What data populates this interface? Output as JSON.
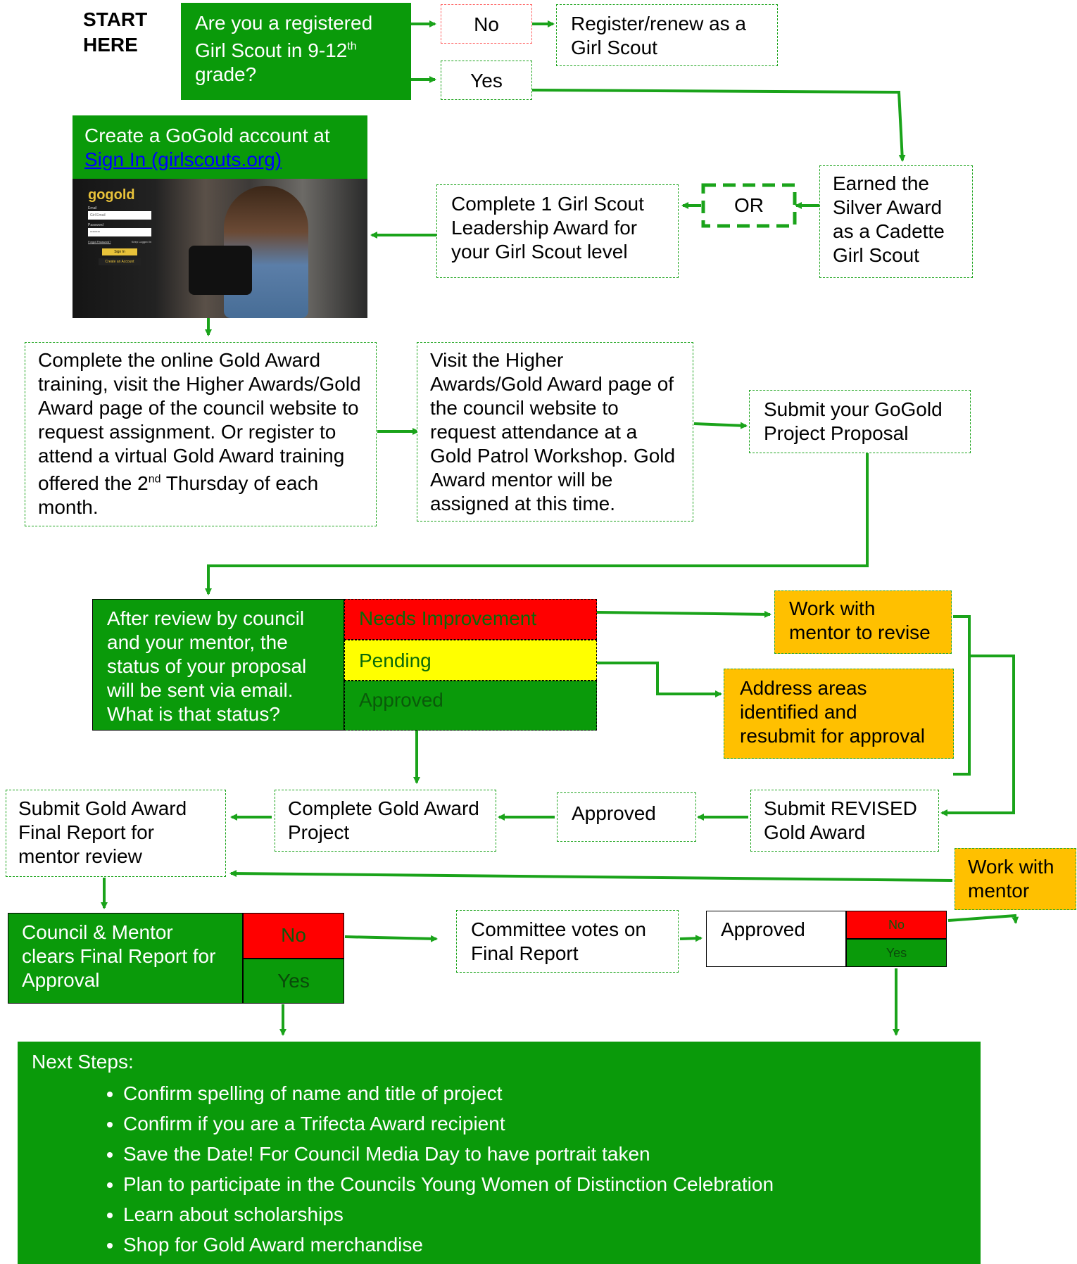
{
  "start_label": "START HERE",
  "q1": {
    "text": "Are you a registered Girl Scout in 9-12",
    "sup": "th",
    "end": " grade?"
  },
  "no1": "No",
  "yes1": "Yes",
  "register": "Register/renew as a Girl Scout",
  "gogold": {
    "text": "Create a GoGold account at",
    "link": "Sign In (girlscouts.org)"
  },
  "screenshot": {
    "logo": "gogold",
    "field1_label": "Email",
    "field1_value": "Girl Email",
    "field2_label": "Password",
    "field2_value": "••••••••",
    "forgot": "Forgot Password?",
    "keep": "Keep Logged In",
    "signin": "Sign In",
    "create": "Create an Account"
  },
  "silver": "Earned the Silver Award as a Cadette Girl Scout",
  "or": "OR",
  "leadership": "Complete 1 Girl Scout Leadership Award for your Girl Scout level",
  "training": {
    "text": "Complete the online Gold Award training, visit the Higher Awards/Gold Award page of the council website to request assignment. Or register to attend a virtual Gold Award training offered the 2",
    "sup": "nd",
    "end": " Thursday of each month."
  },
  "visit": "Visit the Higher Awards/Gold Award page of the council website to request attendance at a Gold Patrol Workshop. Gold Award mentor will be assigned at this time.",
  "submit_proposal": "Submit your GoGold Project Proposal",
  "review": "After review by council and your mentor, the status of your proposal will be sent via email. What is that status?",
  "status": {
    "needs": "Needs Improvement",
    "pending": "Pending",
    "approved": "Approved"
  },
  "work_revise": "Work with mentor to revise",
  "address_areas": "Address areas identified and resubmit for approval",
  "submit_revised": "Submit REVISED Gold Award",
  "approved_mid": "Approved",
  "complete_project": "Complete Gold Award Project",
  "final_report": "Submit Gold Award Final Report for mentor review",
  "work_mentor": "Work with mentor",
  "council": "Council & Mentor clears Final Report for Approval",
  "council_no": "No",
  "council_yes": "Yes",
  "committee": "Committee votes on Final Report",
  "approved_final": "Approved",
  "final_no": "No",
  "final_yes": "Yes",
  "next": {
    "title": "Next Steps:",
    "items": [
      "Confirm spelling of name and title of project",
      "Confirm if you are a Trifecta Award recipient",
      "Save the Date! For Council Media Day to have portrait taken",
      "Plan to participate in the Councils Young Women of Distinction Celebration",
      "Learn about scholarships",
      "Shop for Gold Award merchandise"
    ]
  },
  "colors": {
    "green": "#0a9a0a",
    "red": "#ff0000",
    "yellow": "#ffff00",
    "orange": "#ffc000",
    "arrow": "#1aa31a"
  }
}
